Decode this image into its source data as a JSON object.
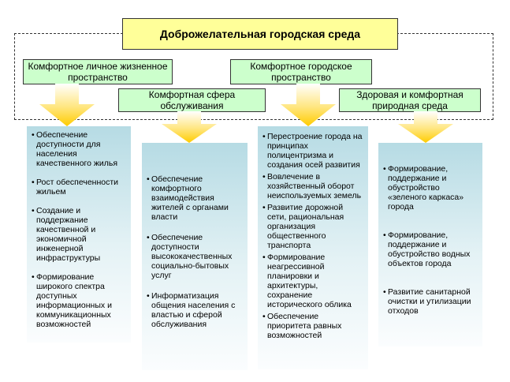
{
  "title": "Доброжелательная городская среда",
  "headers": [
    "Комфортное личное жизненное пространство",
    "Комфортная сфера обслуживания",
    "Комфортное городское пространство",
    "Здоровая и комфортная природная среда"
  ],
  "panels": [
    {
      "items": [
        "Обеспечение доступности для населения качественного  жилья",
        "Рост обеспеченности жильем",
        "Создание и поддержание качественной и экономичной инженерной инфраструктуры",
        "Формирование широкого спектра доступных информационных и коммуникационных  возможностей"
      ]
    },
    {
      "items": [
        "Обеспечение комфортного взаимодействия жителей  с органами власти",
        "Обеспечение доступности высококачественных социально-бытовых услуг",
        "Информатизация общения населения с властью и сферой обслуживания"
      ]
    },
    {
      "items": [
        "Перестроение города на принципах полицентризма и  создания осей развития",
        "Вовлечение в хозяйственный оборот неиспользуемых земель",
        "Развитие дорожной сети, рациональная организация общественного транспорта",
        "Формирование неагрессивной планировки и архитектуры, сохранение исторического облика",
        "Обеспечение приоритета равных  возможностей"
      ]
    },
    {
      "items": [
        "Формирование, поддержание и обустройство «зеленого каркаса» города",
        "Формирование, поддержание и обустройство водных объектов города",
        "Развитие санитарной очистки и утилизации отходов"
      ]
    }
  ],
  "colors": {
    "title_fill": "#ffff99",
    "header_fill": "#ccffcc",
    "arrow_fill": "#ffcc00",
    "panel_top": "#b6dbe4"
  }
}
